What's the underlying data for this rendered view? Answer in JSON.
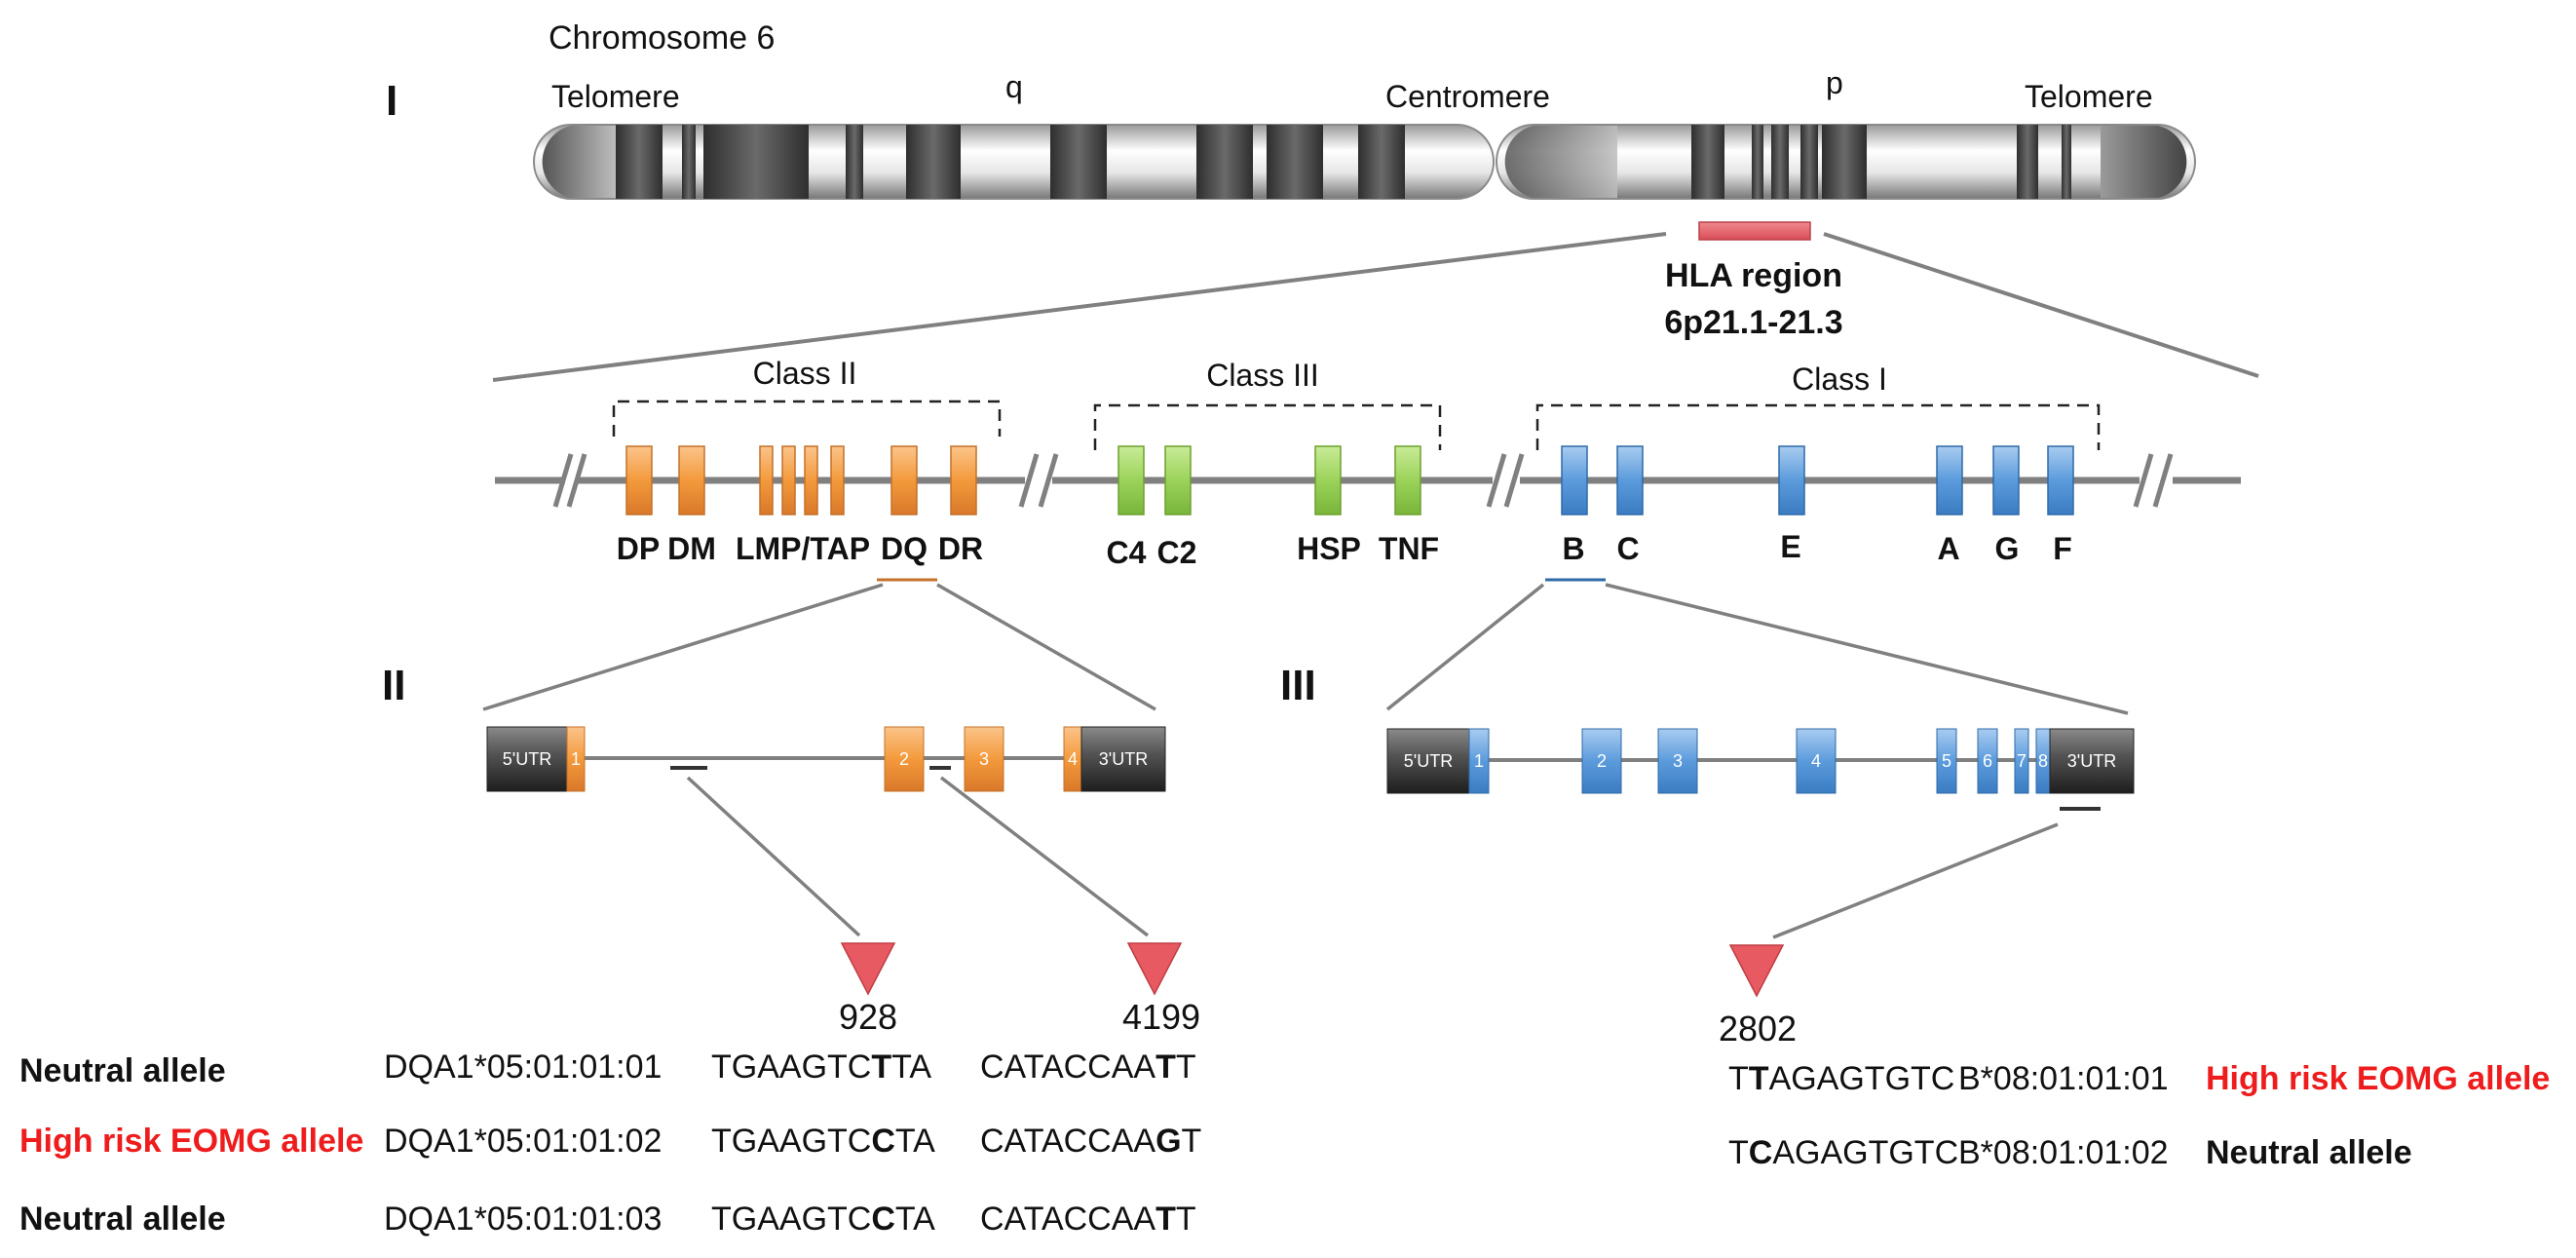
{
  "panels": {
    "I": "I",
    "II": "II",
    "III": "III"
  },
  "chromosome": {
    "title": "Chromosome 6",
    "telomere_left": "Telomere",
    "arm_q": "q",
    "centromere": "Centromere",
    "arm_p": "p",
    "telomere_right": "Telomere",
    "hla_region_line1": "HLA region",
    "hla_region_line2": "6p21.1-21.3"
  },
  "hla_map": {
    "class_ii": "Class II",
    "class_iii": "Class III",
    "class_i": "Class I",
    "genes": {
      "dp": "DP",
      "dm": "DM",
      "lmp_tap": "LMP/TAP",
      "dq": "DQ",
      "dr": "DR",
      "c4": "C4",
      "c2": "C2",
      "hsp": "HSP",
      "tnf": "TNF",
      "b": "B",
      "c": "C",
      "e": "E",
      "a": "A",
      "g": "G",
      "f": "F"
    }
  },
  "gene_structures": {
    "utr5": "5'UTR",
    "utr3": "3'UTR",
    "dqa1_exons": [
      "1",
      "2",
      "3",
      "4"
    ],
    "b_exons": [
      "1",
      "2",
      "3",
      "4",
      "5",
      "6",
      "7",
      "8"
    ]
  },
  "snp_positions": {
    "pos_928": "928",
    "pos_4199": "4199",
    "pos_2802": "2802"
  },
  "dqa1_alleles": [
    {
      "label": "Neutral allele",
      "name": "DQA1*05:01:01:01",
      "seq1_pre": "TGAAGTC",
      "seq1_snp": "T",
      "seq1_post": "TA",
      "seq2_pre": "CATACCAA",
      "seq2_snp": "T",
      "seq2_post": "T"
    },
    {
      "label": "High risk EOMG allele",
      "name": "DQA1*05:01:01:02",
      "seq1_pre": "TGAAGTC",
      "seq1_snp": "C",
      "seq1_post": "TA",
      "seq2_pre": "CATACCAA",
      "seq2_snp": "G",
      "seq2_post": "T"
    },
    {
      "label": "Neutral allele",
      "name": "DQA1*05:01:01:03",
      "seq1_pre": "TGAAGTC",
      "seq1_snp": "C",
      "seq1_post": "TA",
      "seq2_pre": "CATACCAA",
      "seq2_snp": "T",
      "seq2_post": "T"
    }
  ],
  "b_alleles": [
    {
      "seq_pre": "T",
      "seq_snp": "T",
      "seq_post": "AGAGTGTC",
      "name": "B*08:01:01:01",
      "label": "High risk EOMG allele"
    },
    {
      "seq_pre": "T",
      "seq_snp": "C",
      "seq_post": "AGAGTGTC",
      "name": "B*08:01:01:02",
      "label": "Neutral allele"
    }
  ],
  "colors": {
    "class_ii": "#f39a3c",
    "class_iii": "#9bd35a",
    "class_i": "#5b9bdc",
    "high_risk": "#ee1c1c",
    "hla_bar": "#e8707a",
    "snp_marker": "#e85a62",
    "line": "#7f7f7f"
  }
}
